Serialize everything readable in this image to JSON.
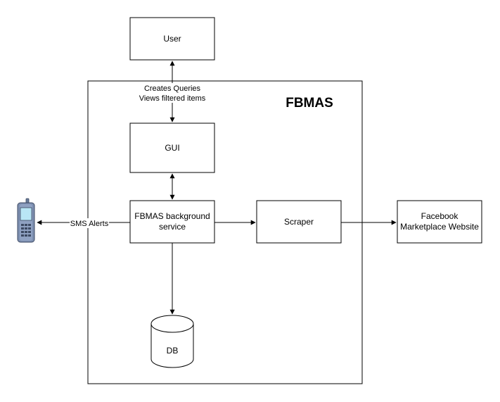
{
  "title": "FBMAS",
  "nodes": {
    "user": "User",
    "gui": "GUI",
    "service_line1": "FBMAS background",
    "service_line2": "service",
    "scraper": "Scraper",
    "facebook_line1": "Facebook",
    "facebook_line2": "Marketplace Website",
    "db": "DB"
  },
  "edges": {
    "user_gui_line1": "Creates Queries",
    "user_gui_line2": "Views filtered items",
    "sms": "SMS Alerts"
  },
  "icons": {
    "phone": "mobile-phone-icon"
  }
}
